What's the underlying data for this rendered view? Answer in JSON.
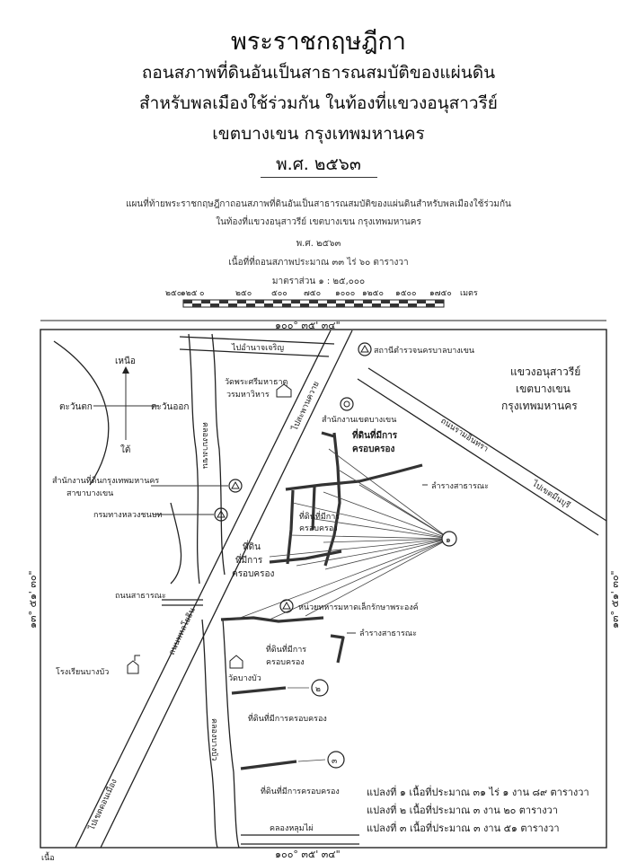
{
  "decree": {
    "title": "พระราชกฤษฎีกา",
    "line1": "ถอนสภาพที่ดินอันเป็นสาธารณสมบัติของแผ่นดิน",
    "line2": "สำหรับพลเมืองใช้ร่วมกัน ในท้องที่แขวงอนุสาวรีย์",
    "line3": "เขตบางเขน กรุงเทพมหานคร",
    "year": "พ.ศ. ๒๕๖๓"
  },
  "map_caption": {
    "line1": "แผนที่ท้ายพระราชกฤษฎีกาถอนสภาพที่ดินอันเป็นสาธารณสมบัติของแผ่นดินสำหรับพลเมืองใช้ร่วมกัน",
    "line2": "ในท้องที่แขวงอนุสาวรีย์ เขตบางเขน กรุงเทพมหานคร",
    "year": "พ.ศ. ๒๕๖๓",
    "area": "เนื้อที่ที่ถอนสภาพประมาณ ๓๓ ไร่ ๖๐ ตารางวา",
    "scale": "มาตราส่วน ๑ : ๒๕,๐๐๐"
  },
  "scale_bar": {
    "ticks": [
      "๒๕๐",
      "๑๒๕",
      "๐",
      "๒๕๐",
      "๕๐๐",
      "๗๕๐",
      "๑๐๐๐",
      "๑๒๕๐",
      "๑๕๐๐",
      "๑๗๕๐"
    ],
    "unit": "เมตร"
  },
  "map": {
    "coord_top": "๑๐๐° ๓๕' ๓๔\"",
    "coord_bottom": "๑๐๐° ๓๕' ๓๔\"",
    "coord_left": "๑๓° ๕๑' ๓๐\"",
    "coord_right": "๑๓° ๕๑' ๓๐\"",
    "compass": {
      "north": "เหนือ",
      "south": "ใต้",
      "west": "ตะวันตก",
      "east": "ตะวันออก"
    },
    "district": {
      "l1": "แขวงอนุสาวรีย์",
      "l2": "เขตบางเขน",
      "l3": "กรุงเทพมหานคร"
    },
    "labels": {
      "to_amnat": "ไปอำนาจเจริญ",
      "police": "สถานีตำรวจนครบาลบางเขน",
      "temple1_l1": "วัดพระศรีมหาธาตุ",
      "temple1_l2": "วรมหาวิหาร",
      "district_office": "สำนักงานเขตบางเขน",
      "ram_inthra": "ถนนรามอินทรา",
      "to_minburi": "ไปเขตมีนบุรี",
      "to_saphan_khwai": "ไปสะพานควาย",
      "canal_bang_khen": "คลองบางเขน",
      "occupied_l1": "ที่ดินที่มีการ",
      "occupied_l2": "ครอบครอง",
      "land_office_l1": "สำนักงานที่ดินกรุงเทพมหานคร",
      "land_office_l2": "สาขาบางเขน",
      "rural_roads": "กรมทางหลวงชนบท",
      "public_pond1": "ลำรางสาธารณะ",
      "occupied_mid_l1": "ที่ดินที่มีการ",
      "occupied_mid_l2": "ครอบครอง",
      "occupied_left_l1": "ที่ดิน",
      "occupied_left_l2": "ที่มีการ",
      "occupied_left_l3": "ครอบครอง",
      "public_road": "ถนนสาธารณะ",
      "military": "หน่วยทหารมหาดเล็กรักษาพระองค์",
      "public_pond2": "ลำรางสาธารณะ",
      "phahon": "ถนนพหลโยธิน",
      "occupied_south_l1": "ที่ดินที่มีการ",
      "occupied_south_l2": "ครอบครอง",
      "school": "โรงเรียนบางบัว",
      "temple2": "วัดบางบัว",
      "occupied_parcel2": "ที่ดินที่มีการครอบครอง",
      "canal_bang_bua": "คลองบางบัว",
      "occupied_parcel3": "ที่ดินที่มีการครอบครอง",
      "to_don_mueang": "ไปเขตดอนเมือง",
      "canal_lum_phai": "คลองหลุมไผ่",
      "bottom_left": "เนื้อ"
    },
    "markers": [
      "๑",
      "๒",
      "๓"
    ],
    "parcels": [
      "แปลงที่ ๑ เนื้อที่ประมาณ ๓๑ ไร่ ๑ งาน ๘๙ ตารางวา",
      "แปลงที่ ๒ เนื้อที่ประมาณ ๓ งาน ๒๐ ตารางวา",
      "แปลงที่ ๓ เนื้อที่ประมาณ ๓ งาน ๕๑ ตารางวา"
    ]
  }
}
